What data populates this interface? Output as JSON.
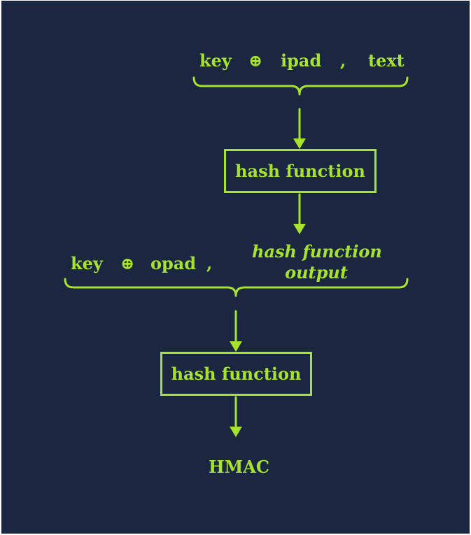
{
  "colors": {
    "background": "#1b2640",
    "accent": "#a6e22e"
  },
  "top_input": {
    "key": "key",
    "op": "⊕",
    "pad": "ipad",
    "comma": ",",
    "text": "text"
  },
  "inner_hash": {
    "label": "hash function"
  },
  "second_input": {
    "key": "key",
    "op": "⊕",
    "pad": "opad",
    "comma": ",",
    "output_line1": "hash function",
    "output_line2": "output"
  },
  "outer_hash": {
    "label": "hash function"
  },
  "result": {
    "label": "HMAC"
  }
}
